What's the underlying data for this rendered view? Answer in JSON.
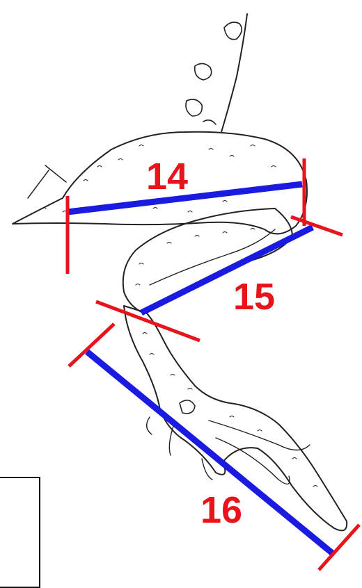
{
  "figure": {
    "segments": [
      {
        "label": "14"
      },
      {
        "label": "15"
      },
      {
        "label": "16"
      }
    ],
    "colors": {
      "measure_line": "#1a1ae0",
      "end_tick": "#e8141c",
      "label": "#e8141c",
      "drawing_ink": "#222222"
    }
  }
}
